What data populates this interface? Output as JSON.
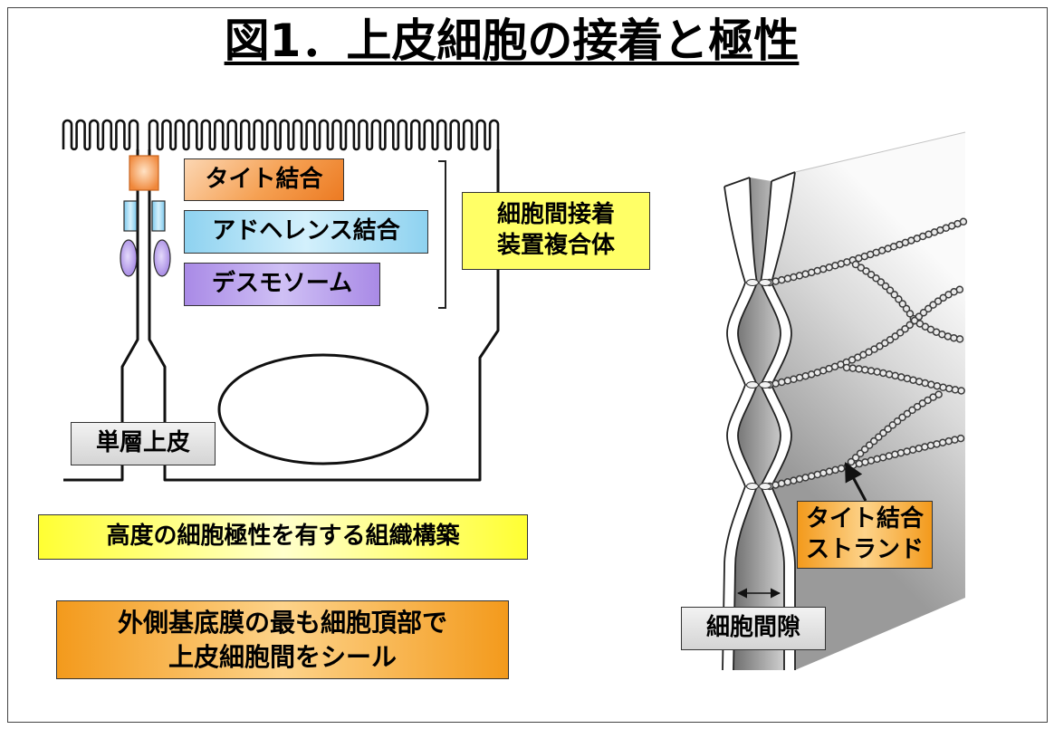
{
  "title": "図1．上皮細胞の接着と極性",
  "left_diagram": {
    "tight_junction_label": "タイト結合",
    "adherens_junction_label": "アドヘレンス結合",
    "desmosome_label": "デスモソーム",
    "junctional_complex_label": [
      "細胞間接着",
      "装置複合体"
    ],
    "simple_epithelium_label": "単層上皮"
  },
  "notes": {
    "polarity": "高度の細胞極性を有する組織構築",
    "seal": [
      "外側基底膜の最も細胞頂部で",
      "上皮細胞間をシール"
    ]
  },
  "right_diagram": {
    "strand_label": [
      "タイト結合",
      "ストランド"
    ],
    "intercellular_space_label": "細胞間隙"
  },
  "colors": {
    "tight_junction": "#f5a052",
    "adherens_junction": "#8ed2f0",
    "desmosome": "#a98ae6",
    "highlight_yellow": "#ffff66",
    "seal_orange": "#f39a1c",
    "label_gray": "#d4d4d4"
  }
}
